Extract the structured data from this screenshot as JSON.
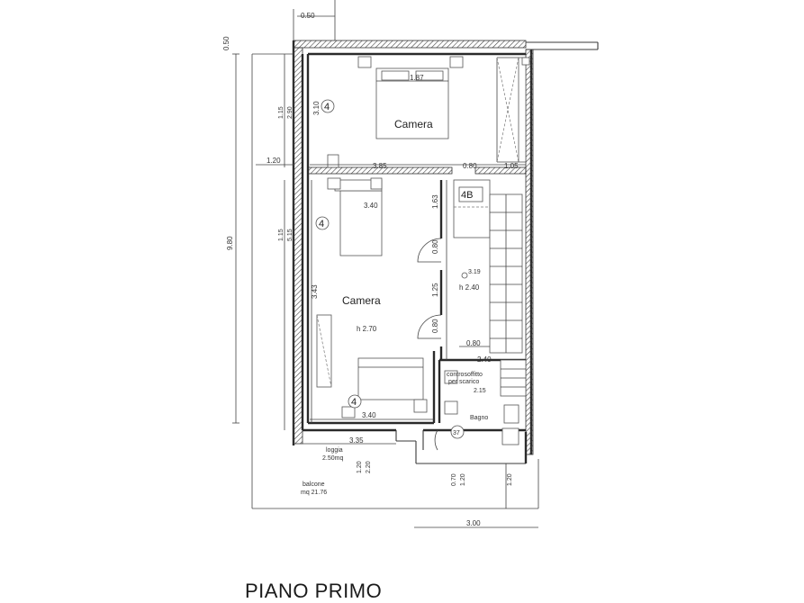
{
  "floor_title": "PIANO PRIMO",
  "rooms": {
    "camera_top": {
      "name": "Camera",
      "tag": "4"
    },
    "camera_main": {
      "name": "Camera",
      "height": "h 2.70",
      "tag_upper": "4",
      "tag_lower": "4"
    },
    "stair": {
      "tag": "4B",
      "height": "h 2.40",
      "value": "3.19"
    },
    "bagno": {
      "name": "Bagno",
      "tag": "37"
    },
    "controsoffitto": {
      "line1": "controsoffitto",
      "line2": "per scarico",
      "value": "2.15"
    },
    "loggia": {
      "name": "loggia",
      "area": "2.50mq"
    },
    "balcone": {
      "name": "balcone",
      "area": "mq 21.76"
    }
  },
  "dimensions": {
    "top_050": "0.50",
    "left_050": "0.50",
    "total_height": "9.80",
    "left_120": "1.20",
    "top_room_width": "3.85",
    "top_080": "0.80",
    "top_105": "1.05",
    "bed_top": "1.87",
    "top_room_left_a": "1.15",
    "top_room_left_b": "2.90",
    "wall_310": "3.10",
    "mid_a": "1.15",
    "mid_b": "5.15",
    "bed_mid": "3.40",
    "side_163": "1.63",
    "door_080": "0.80",
    "side_125": "1.25",
    "side_080b": "0.80",
    "left_343": "3.43",
    "bottom_080": "0.80",
    "bottom_240": "2.40",
    "bottom_room": "3.40",
    "bottom_335": "3.35",
    "win_120": "1.20",
    "win_220": "2.20",
    "door_070": "0.70",
    "door_120": "1.20",
    "right_120": "1.20",
    "bottom_300": "3.00"
  }
}
